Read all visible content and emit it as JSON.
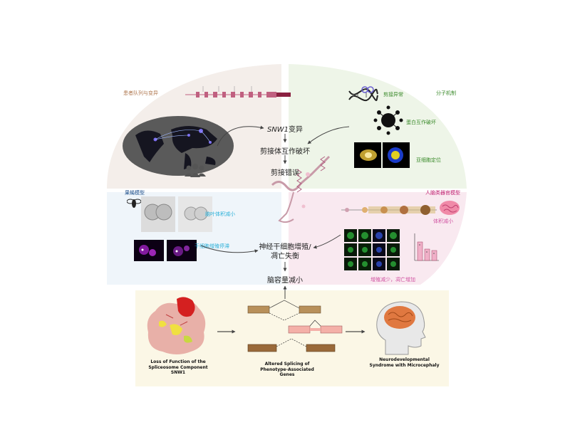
{
  "sections": {
    "cohort": {
      "title": "患者队列与变异"
    },
    "molecular": {
      "title": "分子机制",
      "items": [
        "剪接异常",
        "蛋白互作破坏",
        "亚细胞定位"
      ]
    },
    "fly": {
      "title": "果蝇模型",
      "items": [
        "脑叶体积减小",
        "干细胞增殖停滞"
      ]
    },
    "organoid": {
      "title": "人脑类器官模型",
      "items": [
        "体积减小",
        "增殖减少，凋亡增加"
      ]
    }
  },
  "flow": {
    "step1_gene": "SNW1",
    "step1_suffix": "变异",
    "step2": "剪接体互作破坏",
    "step3": "剪接错误",
    "step4": "神经干细胞增殖/\n凋亡失衡",
    "step5": "脑容量减小"
  },
  "summary": {
    "left": "Loss of Function of the\nSpliceosome Component\nSNW1",
    "middle": "Altered Splicing of\nPhenotype-Associated\nGenes",
    "right": "Neurodevelopmental\nSyndrome with Microcephaly"
  },
  "colors": {
    "cohort_bg": "#f4eeea",
    "molecular_bg": "#eef5e8",
    "fly_bg": "#e8f1f8",
    "organoid_bg": "#f9e9f0",
    "summary_bg": "#fbf7e6",
    "cohort_title": "#b07850",
    "molecular_title": "#3a8a2a",
    "fly_title": "#1d4f8c",
    "fly_label": "#2ab0d8",
    "organoid_title": "#c02070",
    "organoid_label": "#d050a0"
  }
}
